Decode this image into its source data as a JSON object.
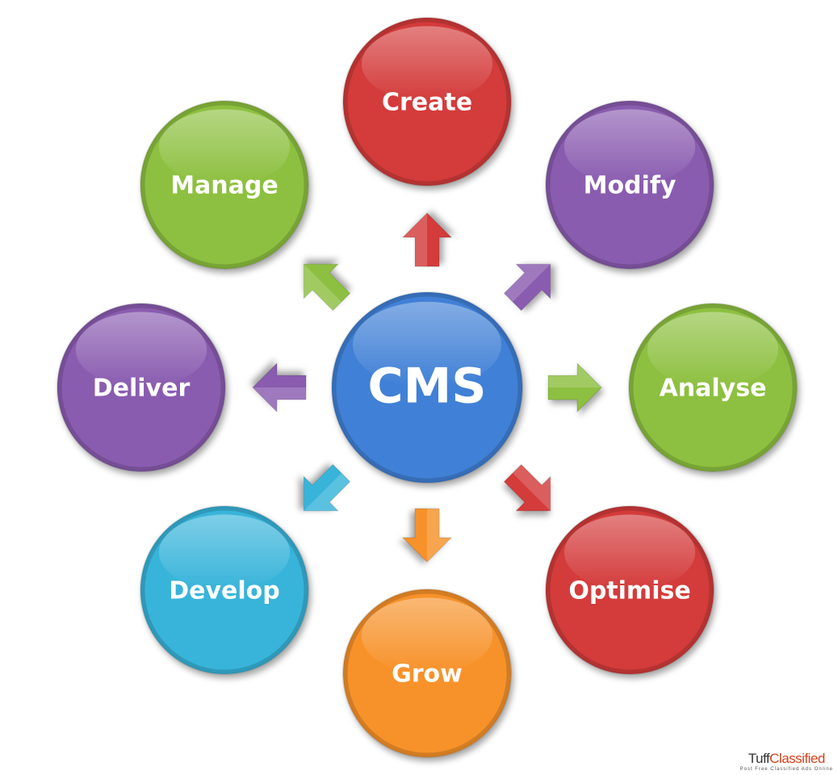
{
  "center": {
    "label": "CMS",
    "color": "#3f80d6"
  },
  "nodes": [
    {
      "label": "Create",
      "color": "#d43b3b",
      "angle": -90
    },
    {
      "label": "Modify",
      "color": "#8a5cb0",
      "angle": -45
    },
    {
      "label": "Analyse",
      "color": "#8dc03f",
      "angle": 0
    },
    {
      "label": "Optimise",
      "color": "#d43b3b",
      "angle": 45
    },
    {
      "label": "Grow",
      "color": "#f7922c",
      "angle": 90
    },
    {
      "label": "Develop",
      "color": "#38b4da",
      "angle": 135
    },
    {
      "label": "Deliver",
      "color": "#8a5cb0",
      "angle": 180
    },
    {
      "label": "Manage",
      "color": "#8dc03f",
      "angle": -135
    }
  ],
  "watermark": {
    "brand_a": "Tuff",
    "brand_b": "Classified",
    "tagline": "Post Free Classified Ads Online"
  }
}
